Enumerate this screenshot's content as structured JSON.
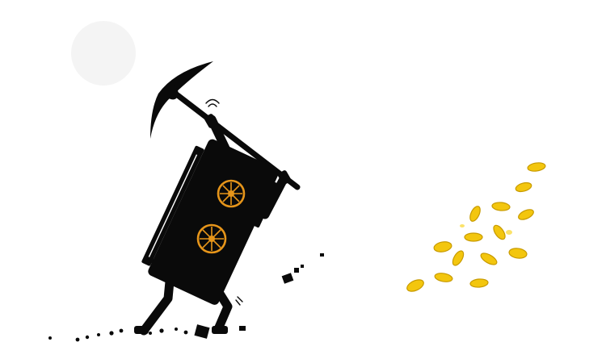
{
  "illustration": {
    "subject": "gpu-miner-with-pickaxe",
    "gpu_fan_count": 2,
    "coin_count": 16,
    "colors": {
      "background": "#ffffff",
      "ink": "#0a0a0a",
      "fan_orange": "#e6951a",
      "coin_gold": "#f3c60e",
      "coin_shadow": "#c79a00",
      "coin_highlight": "#fbe26a",
      "glow": "#f4f4f4"
    }
  }
}
